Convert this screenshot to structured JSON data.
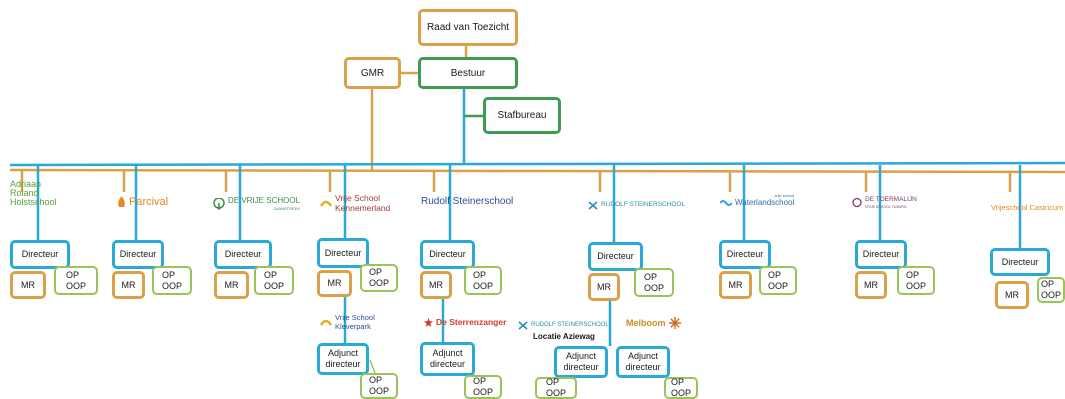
{
  "top": {
    "raad": "Raad van Toezicht",
    "bestuur": "Bestuur",
    "gmr": "GMR",
    "stafbureau": "Stafbureau"
  },
  "labels": {
    "directeur": "Directeur",
    "mr": "MR",
    "op_oop": "OP\nOOP",
    "adjunct": "Adjunct\ndirecteur"
  },
  "schools": [
    {
      "name": "Adriaan\nRoland\nHolstschool",
      "color": "#5aa03c"
    },
    {
      "name": "Parcival",
      "color": "#e08a2a"
    },
    {
      "name": "DE VRIJE SCHOOL",
      "sub": "ZAANSTREEK",
      "color": "#3f8a4a"
    },
    {
      "name": "Vrije School\nKennemerland",
      "color": "#9a3a3a"
    },
    {
      "name": "Rudolf Steinerschool",
      "color": "#2a4f8f"
    },
    {
      "name": "RUDOLF STEINERSCHOOL",
      "color": "#2a8fb0"
    },
    {
      "name": "Waterlandschool",
      "prefix": "vrije school",
      "color": "#2a6fa8"
    },
    {
      "name": "DE TOERMALIJN",
      "sub": "VRIJE SCHOOL TILBURG",
      "color": "#7a3a6a"
    },
    {
      "name": "Vrijeschool Castricum",
      "color": "#e08a2a"
    }
  ],
  "sublocations": {
    "kleverpark": "Vrije School\nKleverpark",
    "sterrenzanger": "De Sterrenzanger",
    "aziewag_school": "RUDOLF STEINERSCHOOL",
    "aziewag_caption": "Locatie Aziewag",
    "meiboom": "Meiboom"
  },
  "colors": {
    "orange": "#d9a24a",
    "green": "#3f9a54",
    "blue": "#2ba9d6",
    "lime": "#9ac45a",
    "sterren_red": "#d23a2a"
  }
}
